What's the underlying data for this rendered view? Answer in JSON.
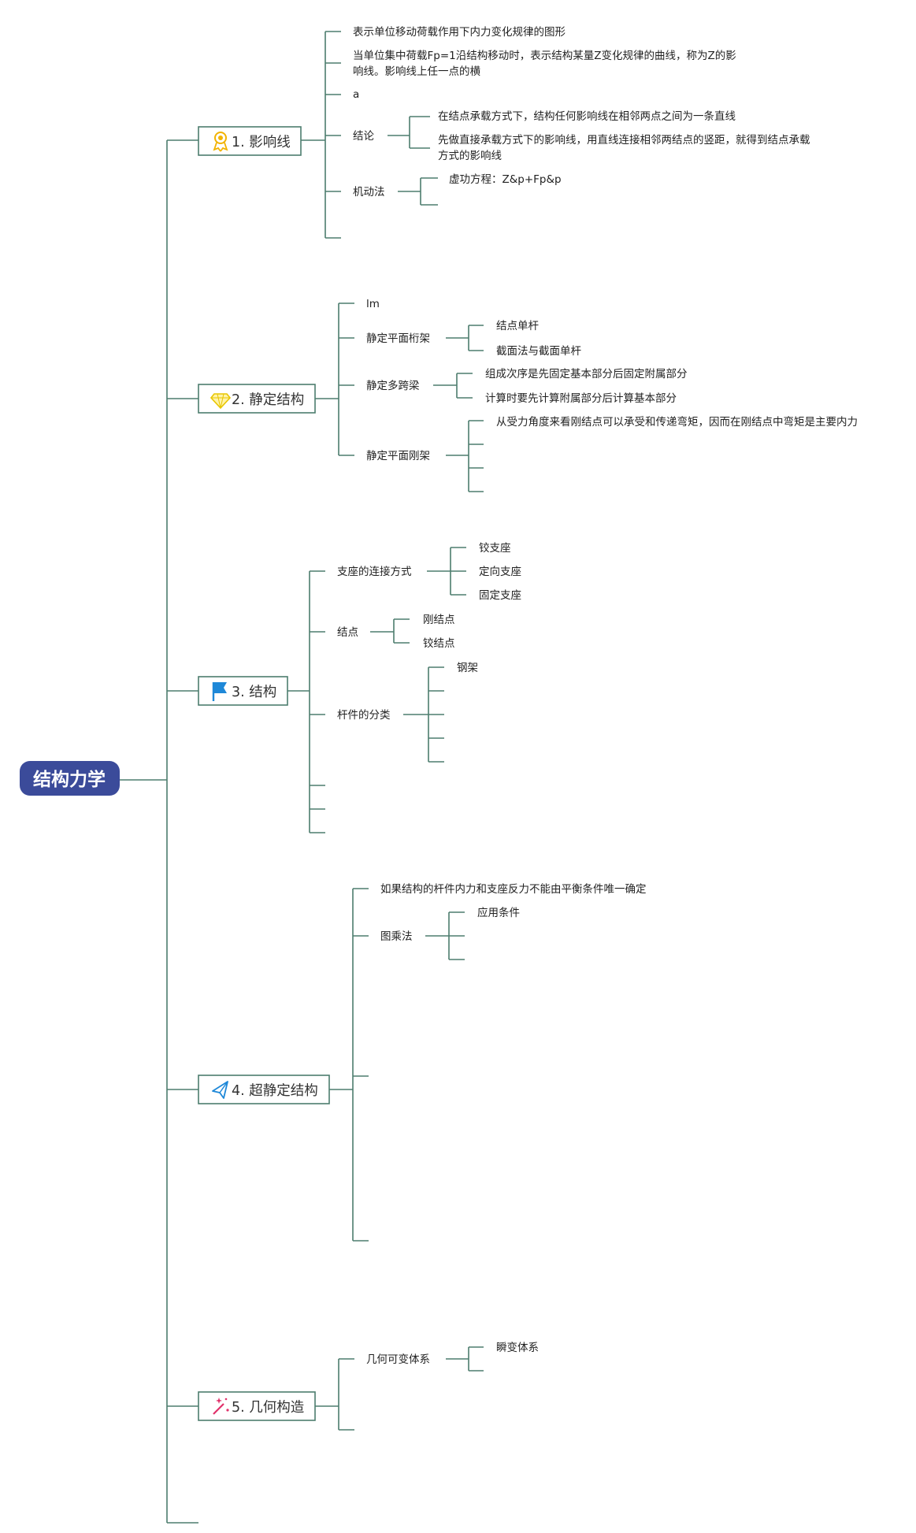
{
  "root": {
    "label": "结构力学",
    "color": "#3b4b9a"
  },
  "line_color": "#4d7d6e",
  "branches": [
    {
      "label": "1. 影响线",
      "icon": "award-ribbon-icon",
      "icon_color": "#f2b300",
      "children": [
        {
          "label": "表示单位移动荷载作用下内力变化规律的图形"
        },
        {
          "label_lines": [
            "当单位集中荷载Fp=1沿结构移动时，表示结构某量Z变化规律的曲线，称为Z的影",
            "响线。影响线上任一点的横"
          ]
        },
        {
          "label": "a"
        },
        {
          "label": "结论",
          "children": [
            {
              "label": "在结点承载方式下，结构任何影响线在相邻两点之间为一条直线"
            },
            {
              "label_lines": [
                "先做直接承载方式下的影响线，用直线连接相邻两结点的竖距，就得到结点承载",
                "方式的影响线"
              ]
            }
          ]
        },
        {
          "label": "机动法",
          "children": [
            {
              "label": "虚功方程：Z&p+Fp&p"
            },
            {
              "label": ""
            }
          ]
        },
        {
          "label": ""
        }
      ]
    },
    {
      "label": "2. 静定结构",
      "icon": "diamond-icon",
      "icon_color": "#f2d21a",
      "children": [
        {
          "label": "lm"
        },
        {
          "label": "静定平面桁架",
          "children": [
            {
              "label": "结点单杆"
            },
            {
              "label": "截面法与截面单杆"
            }
          ]
        },
        {
          "label": "静定多跨梁",
          "children": [
            {
              "label": "组成次序是先固定基本部分后固定附属部分"
            },
            {
              "label": "计算时要先计算附属部分后计算基本部分"
            }
          ]
        },
        {
          "label": "静定平面刚架",
          "children": [
            {
              "label": "从受力角度来看刚结点可以承受和传递弯矩，因而在刚结点中弯矩是主要内力"
            },
            {
              "label": ""
            },
            {
              "label": ""
            },
            {
              "label": ""
            }
          ]
        }
      ]
    },
    {
      "label": "3. 结构",
      "icon": "flag-icon",
      "icon_color": "#1e88d8",
      "children": [
        {
          "label": "支座的连接方式",
          "children": [
            {
              "label": "铰支座"
            },
            {
              "label": "定向支座"
            },
            {
              "label": "固定支座"
            }
          ]
        },
        {
          "label": "结点",
          "children": [
            {
              "label": "刚结点"
            },
            {
              "label": "铰结点"
            }
          ]
        },
        {
          "label": "杆件的分类",
          "children": [
            {
              "label": "钢架"
            },
            {
              "label": ""
            },
            {
              "label": ""
            },
            {
              "label": ""
            },
            {
              "label": ""
            }
          ]
        },
        {
          "label": ""
        },
        {
          "label": ""
        },
        {
          "label": ""
        }
      ]
    },
    {
      "label": "4. 超静定结构",
      "icon": "paper-plane-icon",
      "icon_color": "#1e88d8",
      "children": [
        {
          "label": "如果结构的杆件内力和支座反力不能由平衡条件唯一确定"
        },
        {
          "label": "图乘法",
          "children": [
            {
              "label": "应用条件"
            },
            {
              "label": ""
            },
            {
              "label": ""
            }
          ]
        },
        {
          "label": ""
        },
        {
          "label": ""
        }
      ]
    },
    {
      "label": "5. 几何构造",
      "icon": "magic-wand-icon",
      "icon_color": "#e0306a",
      "children": [
        {
          "label": "几何可变体系",
          "children": [
            {
              "label": "瞬变体系"
            },
            {
              "label": ""
            }
          ]
        },
        {
          "label": ""
        }
      ]
    },
    {
      "label": ""
    }
  ]
}
